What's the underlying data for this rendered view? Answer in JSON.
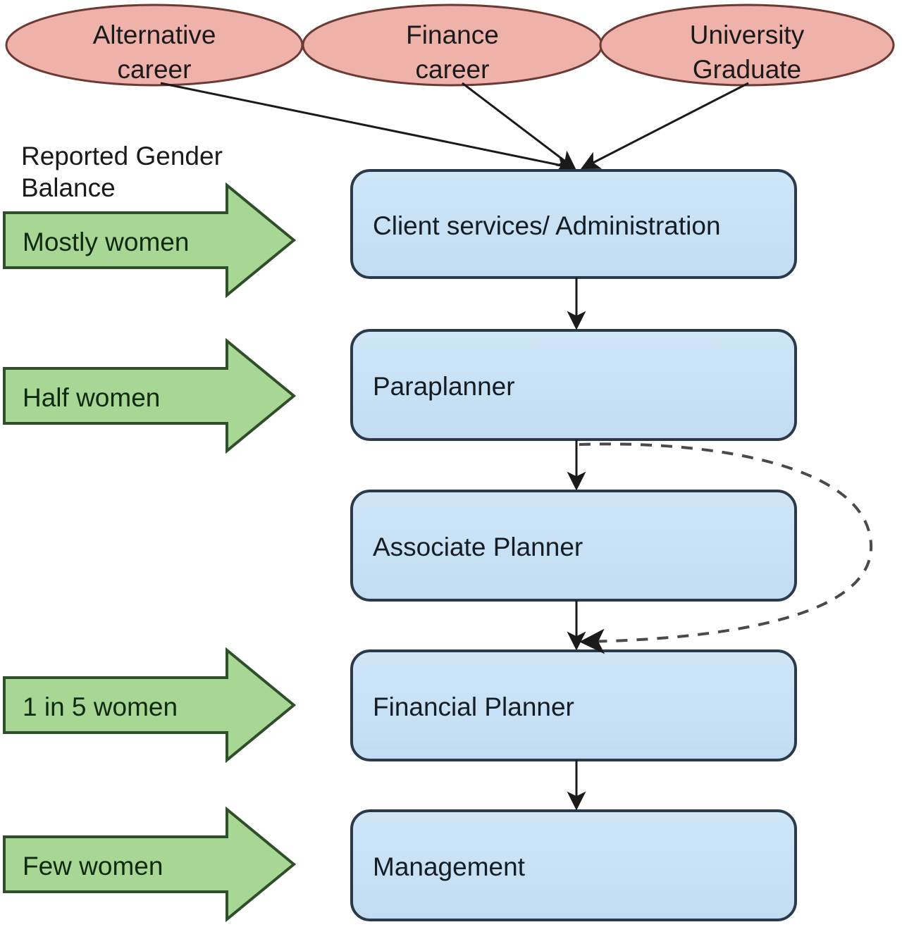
{
  "diagram": {
    "title_legend": "Reported Gender\nBalance",
    "entry_points": [
      {
        "id": "alternative-career",
        "label": "Alternative\ncareer",
        "fill": "#eeb2aa",
        "stroke": "#6b3a33"
      },
      {
        "id": "finance-career",
        "label": "Finance\ncareer",
        "fill": "#eeb2aa",
        "stroke": "#6b3a33"
      },
      {
        "id": "university-graduate",
        "label": "University\nGraduate",
        "fill": "#eeb2aa",
        "stroke": "#6b3a33"
      }
    ],
    "career_stages": [
      {
        "id": "client-services-administration",
        "label": "Client services/ Administration",
        "fill": "#c6e0f4",
        "stroke": "#2b3a4a"
      },
      {
        "id": "paraplanner",
        "label": "Paraplanner",
        "fill": "#c6e0f4",
        "stroke": "#2b3a4a"
      },
      {
        "id": "associate-planner",
        "label": "Associate Planner",
        "fill": "#c6e0f4",
        "stroke": "#2b3a4a"
      },
      {
        "id": "financial-planner",
        "label": "Financial Planner",
        "fill": "#c6e0f4",
        "stroke": "#2b3a4a"
      },
      {
        "id": "management",
        "label": "Management",
        "fill": "#c6e0f4",
        "stroke": "#2b3a4a"
      }
    ],
    "gender_balance_arrows": [
      {
        "id": "mostly-women",
        "label": "Mostly women",
        "target": "client-services-administration",
        "fill": "#a8d795",
        "stroke": "#2f4f2a"
      },
      {
        "id": "half-women",
        "label": "Half women",
        "target": "paraplanner",
        "fill": "#a8d795",
        "stroke": "#2f4f2a"
      },
      {
        "id": "one-in-five-women",
        "label": "1 in 5 women",
        "target": "financial-planner",
        "fill": "#a8d795",
        "stroke": "#2f4f2a"
      },
      {
        "id": "few-women",
        "label": "Few women",
        "target": "management",
        "fill": "#a8d795",
        "stroke": "#2f4f2a"
      }
    ],
    "connections": [
      {
        "from": "alternative-career",
        "to": "client-services-administration",
        "style": "solid"
      },
      {
        "from": "finance-career",
        "to": "client-services-administration",
        "style": "solid"
      },
      {
        "from": "university-graduate",
        "to": "client-services-administration",
        "style": "solid"
      },
      {
        "from": "client-services-administration",
        "to": "paraplanner",
        "style": "solid"
      },
      {
        "from": "paraplanner",
        "to": "associate-planner",
        "style": "solid"
      },
      {
        "from": "associate-planner",
        "to": "financial-planner",
        "style": "solid"
      },
      {
        "from": "paraplanner",
        "to": "financial-planner",
        "style": "dashed"
      },
      {
        "from": "financial-planner",
        "to": "management",
        "style": "solid"
      }
    ],
    "colors": {
      "ellipse_fill": "#eeb2aa",
      "box_fill": "#c6e0f4",
      "arrow_fill": "#a8d795",
      "line": "#1a1a1a",
      "dashed_line": "#4a4a4a"
    }
  }
}
